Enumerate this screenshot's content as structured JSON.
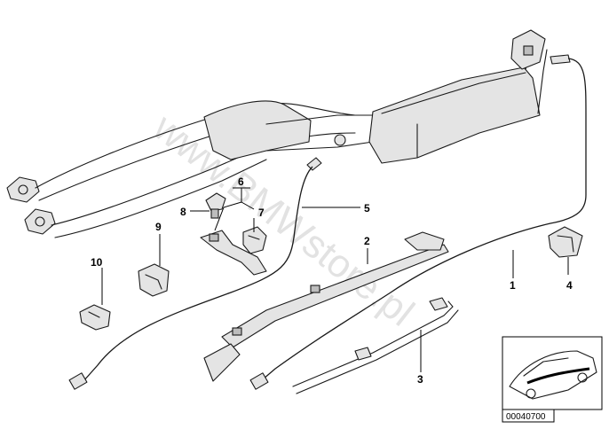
{
  "watermark": "www.BMWstore.pl",
  "callouts": {
    "c1": "1",
    "c2": "2",
    "c3": "3",
    "c4": "4",
    "c5": "5",
    "c6": "6",
    "c7": "7",
    "c8": "8",
    "c9": "9",
    "c10": "10"
  },
  "thumbnail": {
    "code": "00040700"
  }
}
